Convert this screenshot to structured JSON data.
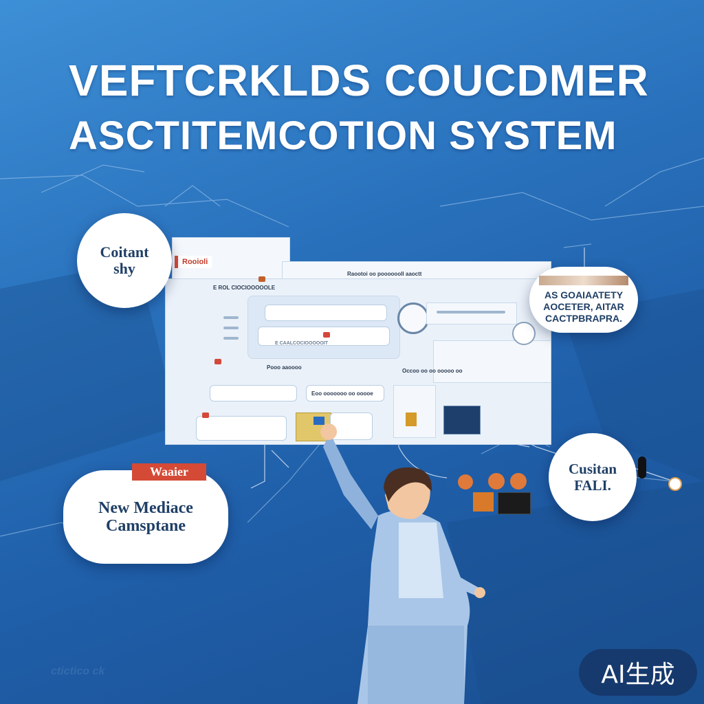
{
  "headline": {
    "line1": "VEFTCRKLDS COUCDMER",
    "line2": "ASCTITEMCOTION SYSTEM"
  },
  "bubbles": {
    "contact": {
      "line1": "Coitant",
      "line2": "shy"
    },
    "quality": {
      "header": "AS GOAIAATETY",
      "line1": "AOCETER, AITAR",
      "line2": "CACTPBRAPRA."
    },
    "custom": {
      "line1": "Cusitan",
      "line2": "FALI."
    },
    "new_media": {
      "line1": "New Mediace",
      "line2": "Camsptane"
    }
  },
  "tags": {
    "wait": "Waaier",
    "panel_tag": "Rooioli"
  },
  "dashboard_labels": {
    "header_row": "Raootoi  oo  pooooooll  aaoctt",
    "row_a": "E ROL CIOCIOOOOOLE",
    "row_b": "Occoo oo oo ooooo oo",
    "row_c": "Pooo aaoooo",
    "row_d": "Eoo ooooooo oo ooooe",
    "row_e": "E CAALCOCIOOOOOIT"
  },
  "footer_scribble": "ctictico ck",
  "watermark": "AI生成",
  "colors": {
    "background": "#2a72bd",
    "accent_red": "#d44a36",
    "text_dark": "#1f3f66",
    "panel": "#f4f8fc"
  }
}
